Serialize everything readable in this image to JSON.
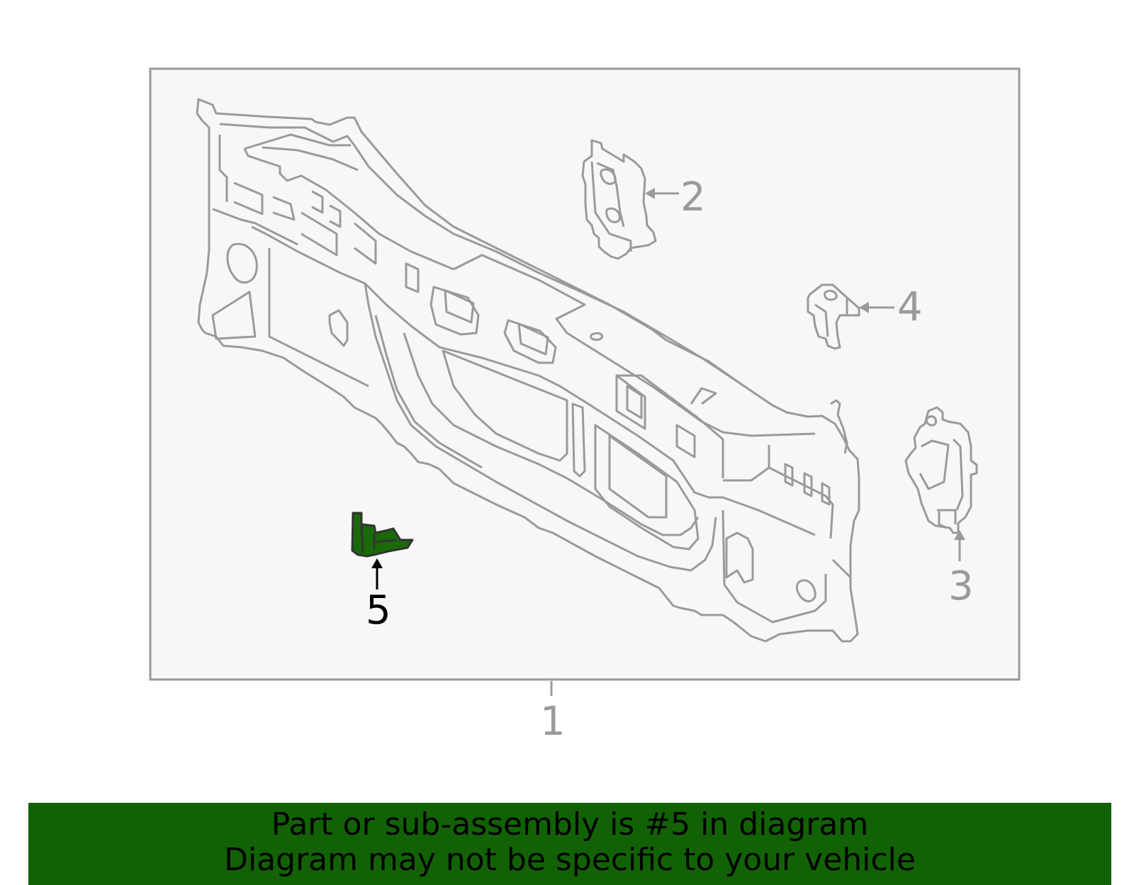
{
  "diagram": {
    "callouts": [
      {
        "id": "1",
        "label": "1",
        "highlighted": false
      },
      {
        "id": "2",
        "label": "2",
        "highlighted": false
      },
      {
        "id": "3",
        "label": "3",
        "highlighted": false
      },
      {
        "id": "4",
        "label": "4",
        "highlighted": false
      },
      {
        "id": "5",
        "label": "5",
        "highlighted": true
      }
    ]
  },
  "banner": {
    "line1": "Part or sub-assembly is #5 in diagram",
    "line2": "Diagram may not be specific to your vehicle"
  },
  "colors": {
    "line": "#9a9a9a",
    "highlight_fill": "#1a6a0a",
    "banner_bg": "#126205",
    "frame_bg": "#f7f7f7"
  }
}
